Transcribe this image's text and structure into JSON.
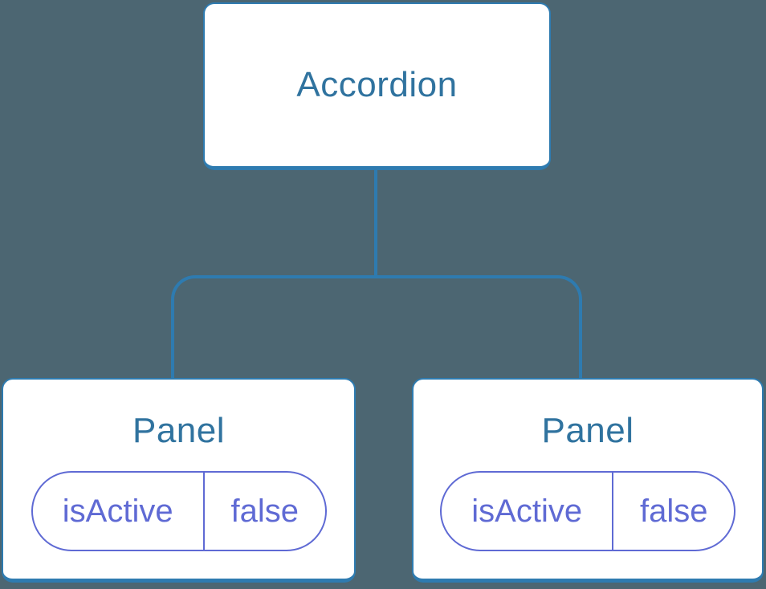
{
  "diagram": {
    "root": {
      "label": "Accordion"
    },
    "children": [
      {
        "label": "Panel",
        "state": {
          "name": "isActive",
          "value": "false"
        }
      },
      {
        "label": "Panel",
        "state": {
          "name": "isActive",
          "value": "false"
        }
      }
    ]
  },
  "colors": {
    "background": "#4C6672",
    "connector": "#2E7BB0",
    "box_border": "#2E7BB0",
    "box_fill": "#FFFFFF",
    "heading_text": "#30739F",
    "state_accent": "#5F6AD4"
  }
}
